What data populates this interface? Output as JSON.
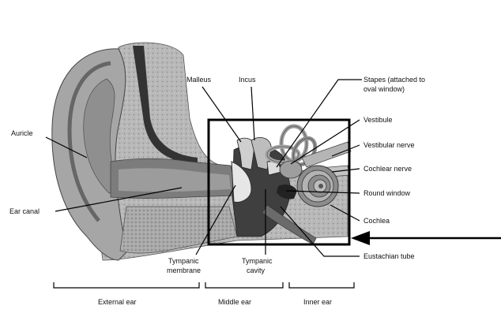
{
  "labels": {
    "auricle": "Auricle",
    "ear_canal": "Ear canal",
    "malleus": "Malleus",
    "incus": "Incus",
    "stapes_line1": "Stapes (attached to",
    "stapes_line2": "oval window)",
    "vestibule": "Vestibule",
    "vestibular_nerve": "Vestibular nerve",
    "cochlear_nerve": "Cochlear nerve",
    "round_window": "Round window",
    "cochlea": "Cochlea",
    "eustachian_tube": "Eustachian tube",
    "tympanic_membrane_line1": "Tympanic",
    "tympanic_membrane_line2": "membrane",
    "tympanic_cavity_line1": "Tympanic",
    "tympanic_cavity_line2": "cavity"
  },
  "regions": {
    "external_ear": "External ear",
    "middle_ear": "Middle ear",
    "inner_ear": "Inner ear"
  }
}
